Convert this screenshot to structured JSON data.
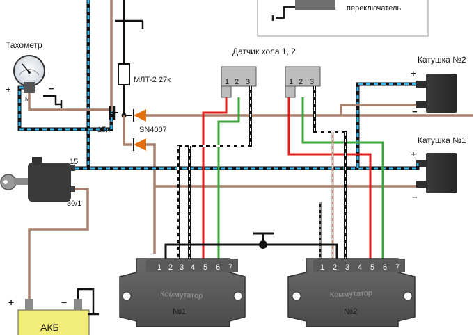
{
  "labels": {
    "tachometer": "Тахометр",
    "tach_plus": "+",
    "tach_minus": "−",
    "tach_m": "M",
    "switch": "переключатель",
    "resistor": "МЛТ-2 27к",
    "capacitor": "15п",
    "diode": "SN4007",
    "hall_sensors": "Датчик хола 1, 2",
    "coil2": "Катушка №2",
    "coil1": "Катушка №1",
    "coil_plus": "+",
    "coil_minus": "−",
    "ign_15": "15",
    "ign_30": "30/1",
    "battery": "АКБ",
    "bat_plus": "+",
    "bat_minus": "−",
    "commutator_text": "Коммутатор",
    "comm1_no": "№1",
    "comm2_no": "№2",
    "hall_pins": [
      "1",
      "2",
      "3"
    ],
    "comm_pins": [
      "1",
      "2",
      "3",
      "4",
      "5",
      "6",
      "7"
    ]
  },
  "wire_colors": {
    "brown": "#a8806e",
    "blue": "#3ab7ef",
    "red": "#e01b1b",
    "green": "#3aa53a",
    "black": "#111111"
  },
  "icons": [
    "key-icon",
    "gauge-icon",
    "diode-icon",
    "capacitor-icon",
    "resistor-icon",
    "ground-icon"
  ]
}
